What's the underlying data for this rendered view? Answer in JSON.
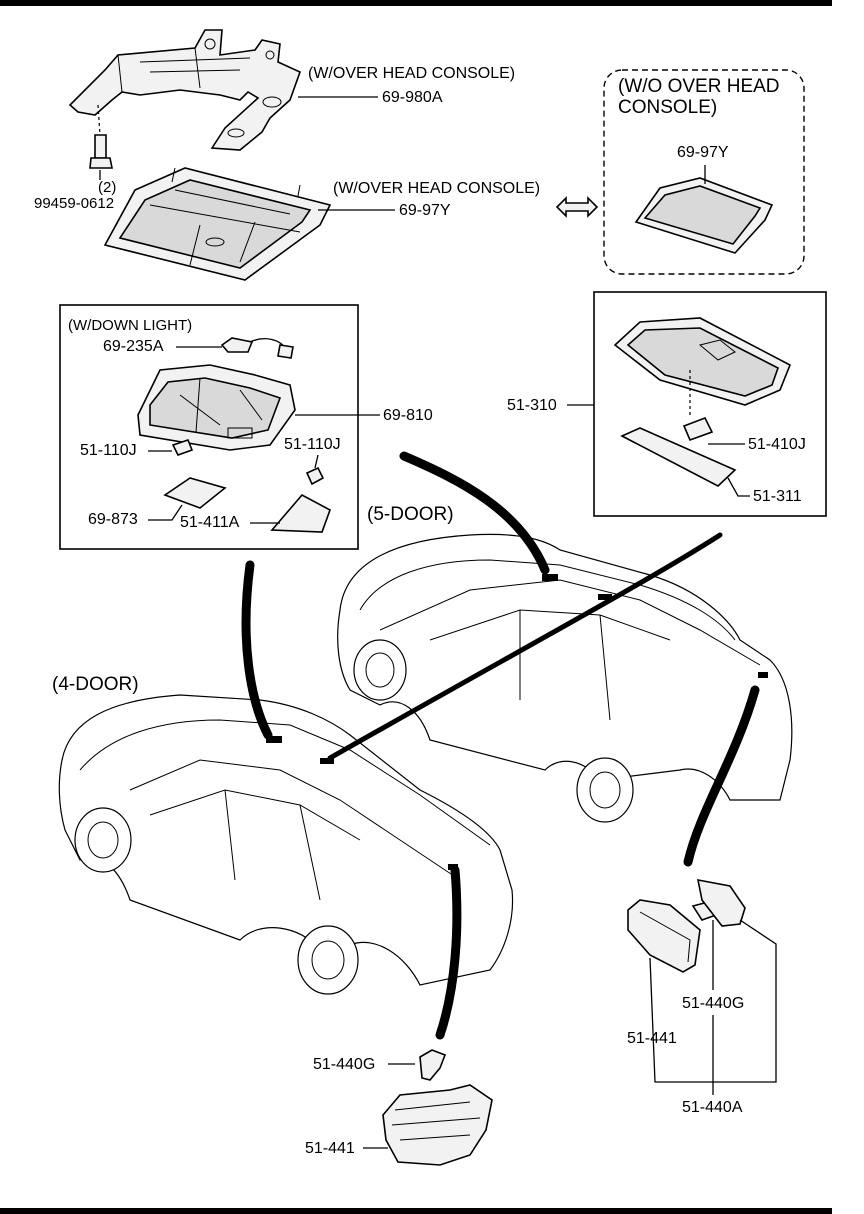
{
  "labels": {
    "wover_head_console_1": "(W/OVER HEAD CONSOLE)",
    "p69_980A": "69-980A",
    "p99459": "99459-0612",
    "qty2": "(2)",
    "wover_head_console_2": "(W/OVER HEAD CONSOLE)",
    "p69_97Y_a": "69-97Y",
    "wo_over_head_1": "(W/O OVER HEAD",
    "wo_over_head_2": "CONSOLE)",
    "p69_97Y_b": "69-97Y",
    "wdown_light": "(W/DOWN LIGHT)",
    "p69_235A": "69-235A",
    "p69_810": "69-810",
    "p51_110J_a": "51-110J",
    "p51_110J_b": "51-110J",
    "p69_873": "69-873",
    "p51_411A": "51-411A",
    "p51_310": "51-310",
    "p51_410J": "51-410J",
    "p51_311": "51-311",
    "five_door": "(5-DOOR)",
    "four_door": "(4-DOOR)",
    "p51_440G_a": "51-440G",
    "p51_441_a": "51-441",
    "p51_440G_b": "51-440G",
    "p51_441_b": "51-441",
    "p51_440A": "51-440A"
  }
}
